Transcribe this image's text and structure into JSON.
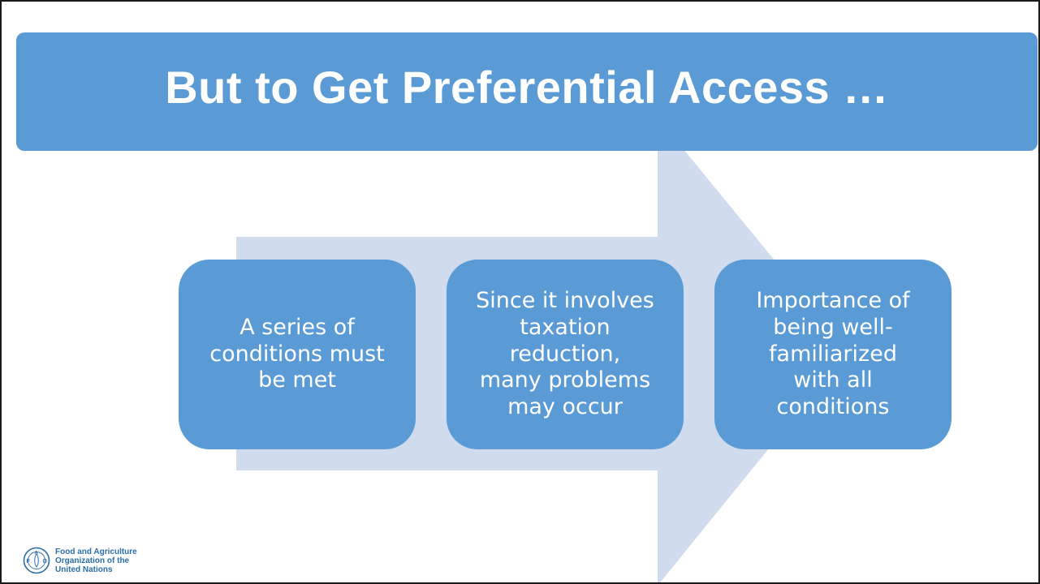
{
  "slide": {
    "title": "But to Get Preferential Access …",
    "steps": [
      {
        "text": "A series of\nconditions must\nbe met"
      },
      {
        "text": "Since it involves\ntaxation\nreduction,\nmany problems\nmay occur"
      },
      {
        "text": "Importance of\nbeing well-\nfamiliarized\nwith all\nconditions"
      }
    ]
  },
  "logo": {
    "line1": "Food and Agriculture",
    "line2": "Organization of the",
    "line3": "United Nations",
    "emblem_letters": "FAO",
    "icon": "fao-emblem-icon"
  },
  "colors": {
    "title_bar": "#5b9bd5",
    "box": "#5b9bd5",
    "arrow": "#d0dcee",
    "logo_text": "#2c6ea8"
  }
}
